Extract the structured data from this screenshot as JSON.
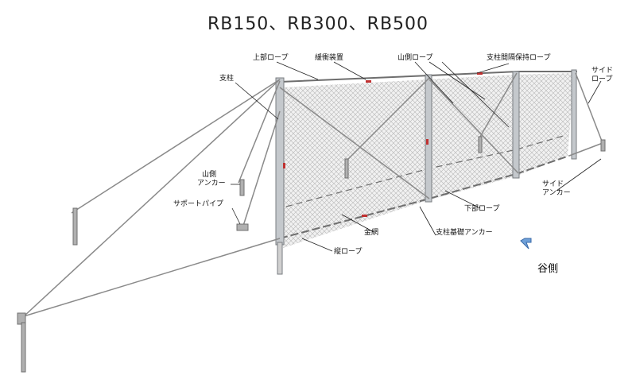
{
  "title": "RB150、RB300、RB500",
  "labels": {
    "top_rope": "上部ロープ",
    "brake_device": "緩衝装置",
    "mountain_rope": "山側ロープ",
    "spacer_rope": "支柱間隔保持ロープ",
    "side_rope_1": "サイド",
    "side_rope_2": "ロープ",
    "post": "支柱",
    "mountain_anchor_1": "山側",
    "mountain_anchor_2": "アンカー",
    "support_pipe": "サポートパイプ",
    "side_anchor_1": "サイド",
    "side_anchor_2": "アンカー",
    "bottom_rope": "下部ロープ",
    "wire_net": "金網",
    "post_base_anchor": "支柱基礎アンカー",
    "vertical_rope": "縦ロープ",
    "valley_side": "谷側"
  },
  "colors": {
    "net": "#d9d9d9",
    "post": "#b8bcc0",
    "rope": "#707070",
    "arrow": "#4a7fc0"
  }
}
